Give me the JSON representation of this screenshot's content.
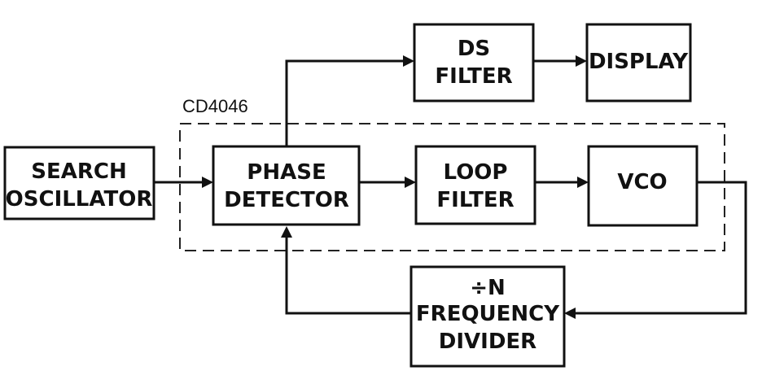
{
  "chip_label": "CD4046",
  "blocks": {
    "search_oscillator": [
      "SEARCH",
      "OSCILLATOR"
    ],
    "phase_detector": [
      "PHASE",
      "DETECTOR"
    ],
    "loop_filter": [
      "LOOP",
      "FILTER"
    ],
    "vco": [
      "VCO"
    ],
    "ds_filter": [
      "DS",
      "FILTER"
    ],
    "display": [
      "DISPLAY"
    ],
    "frequency_divider": [
      "÷N",
      "FREQUENCY",
      "DIVIDER"
    ]
  }
}
